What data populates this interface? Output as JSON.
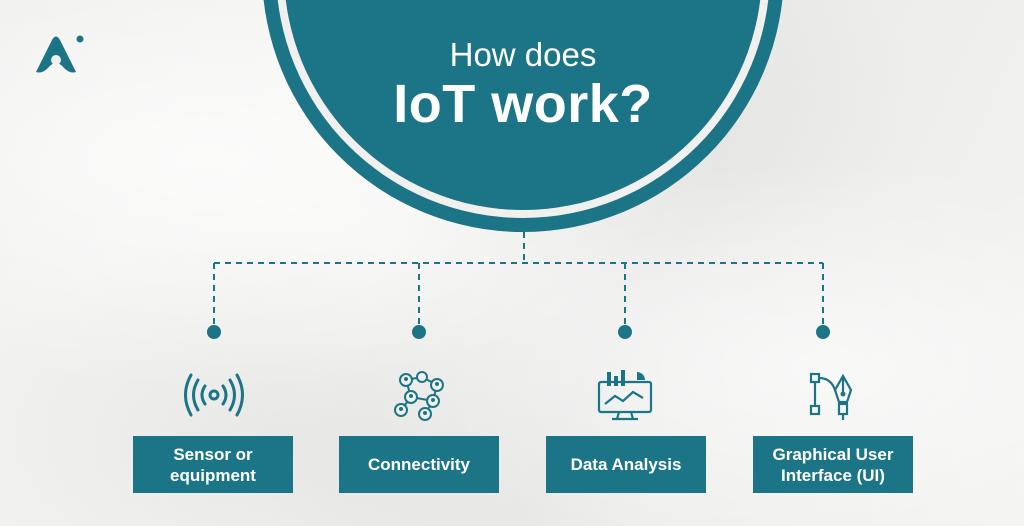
{
  "title": {
    "line1": "How does",
    "line2": "IoT work?"
  },
  "steps": [
    {
      "label": "Sensor or\nequipment",
      "icon": "signal-waves-icon"
    },
    {
      "label": "Connectivity",
      "icon": "network-people-icon"
    },
    {
      "label": "Data Analysis",
      "icon": "analytics-monitor-icon"
    },
    {
      "label": "Graphical User\nInterface (UI)",
      "icon": "pen-tool-icon"
    }
  ],
  "colors": {
    "accent": "#1c7487",
    "background": "#f0f0ee",
    "text_on_accent": "#ffffff"
  }
}
